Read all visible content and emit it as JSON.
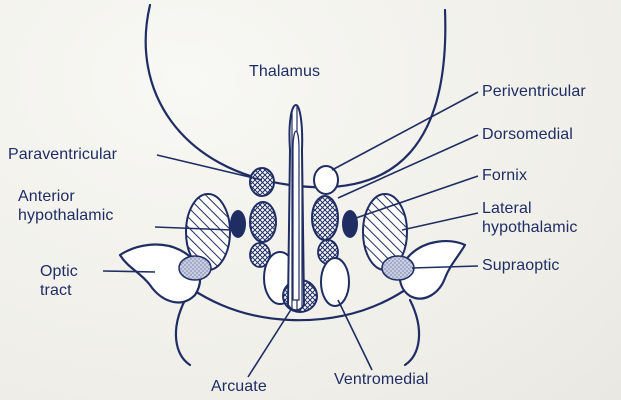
{
  "diagram": {
    "ink_color": "#1f2d63",
    "labels": {
      "thalamus": "Thalamus",
      "periventricular": "Periventricular",
      "paraventricular": "Paraventricular",
      "dorsomedial": "Dorsomedial",
      "anterior_hypothalamic": "Anterior\nhypothalamic",
      "fornix": "Fornix",
      "lateral_hypothalamic": "Lateral\nhypothalamic",
      "optic_tract": "Optic\ntract",
      "supraoptic": "Supraoptic",
      "arcuate": "Arcuate",
      "ventromedial": "Ventromedial"
    }
  }
}
